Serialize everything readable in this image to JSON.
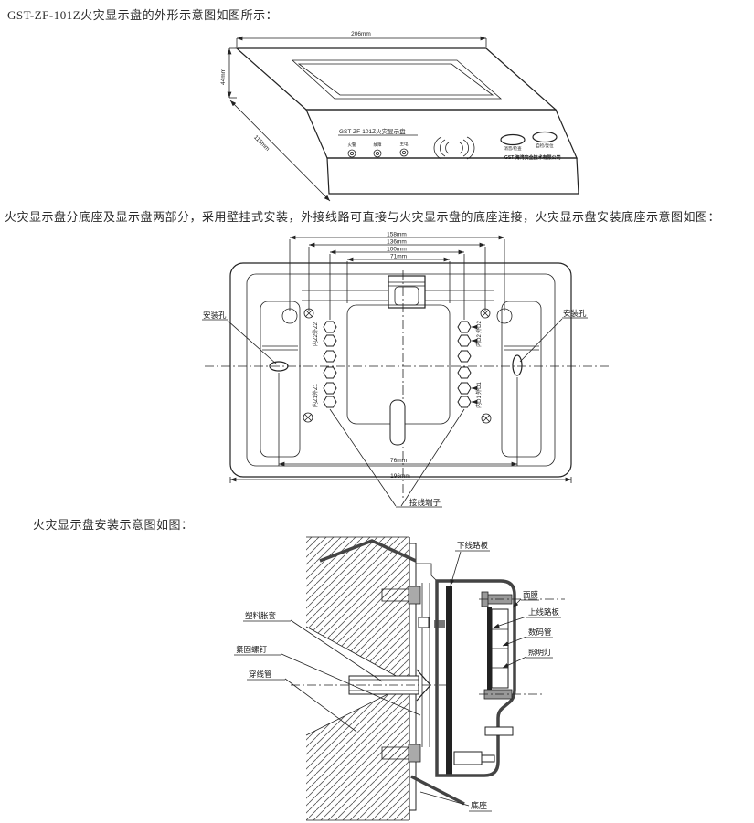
{
  "page": {
    "heading1": "GST-ZF-101Z火灾显示盘的外形示意图如图所示：",
    "paragraph": "火灾显示盘分底座及显示盘两部分，采用壁挂式安装，外接线路可直接与火灾显示盘的底座连接，火灾显示盘安装底座示意图如图：",
    "heading2": "火灾显示盘安装示意图如图："
  },
  "outline": {
    "dim_width": "206mm",
    "dim_height": "44mm",
    "dim_depth": "115mm",
    "panel_title": "GST-ZF-101Z火灾显示盘",
    "leds": [
      "火警",
      "故障",
      "主电"
    ],
    "buttons": [
      "消音/检查",
      "自检/复位"
    ],
    "brand": "GST 海湾安全技术有限公司"
  },
  "base": {
    "dims_top": [
      "158mm",
      "136mm",
      "100mm",
      "71mm"
    ],
    "dims_bottom": [
      "76mm",
      "196mm"
    ],
    "mount_left": "安装孔",
    "mount_right": "安装孔",
    "terminal_label": "接线端子",
    "left_top": "内Z2外Z2",
    "left_bottom": "内Z1外Z1",
    "right_terminals": [
      "外D2",
      "内D2",
      "外D1",
      "内D1"
    ]
  },
  "install": {
    "left_labels": [
      "塑料胀套",
      "紧固螺钉",
      "穿线管"
    ],
    "right_labels": [
      "下线路板",
      "面膜",
      "上线路板",
      "数码管",
      "照明灯"
    ],
    "base_label": "底座"
  }
}
